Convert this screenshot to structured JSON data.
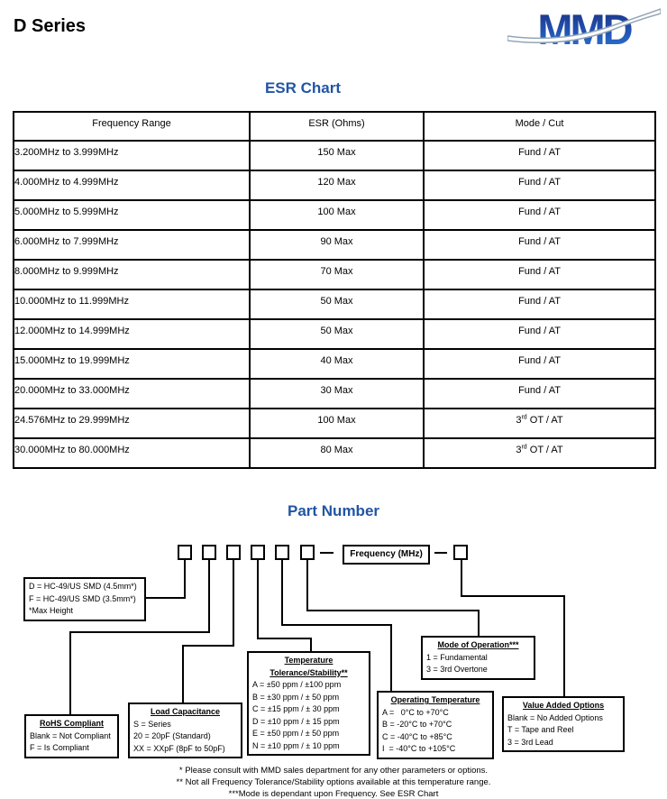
{
  "page": {
    "title": "D Series"
  },
  "logo": {
    "text": "MMD"
  },
  "esr": {
    "heading": "ESR Chart",
    "columns": [
      "Frequency Range",
      "ESR (Ohms)",
      "Mode / Cut"
    ],
    "rows": [
      [
        "3.200MHz to 3.999MHz",
        "150 Max",
        "Fund / AT"
      ],
      [
        "4.000MHz to 4.999MHz",
        "120 Max",
        "Fund / AT"
      ],
      [
        "5.000MHz to 5.999MHz",
        "100 Max",
        "Fund / AT"
      ],
      [
        "6.000MHz to 7.999MHz",
        "90 Max",
        "Fund / AT"
      ],
      [
        "8.000MHz to 9.999MHz",
        "70 Max",
        "Fund / AT"
      ],
      [
        "10.000MHz to 11.999MHz",
        "50 Max",
        "Fund / AT"
      ],
      [
        "12.000MHz to 14.999MHz",
        "50 Max",
        "Fund / AT"
      ],
      [
        "15.000MHz to 19.999MHz",
        "40 Max",
        "Fund / AT"
      ],
      [
        "20.000MHz to 33.000MHz",
        "30 Max",
        "Fund / AT"
      ],
      [
        "24.576MHz to 29.999MHz",
        "100 Max",
        "3rd OT / AT"
      ],
      [
        "30.000MHz to 80.000MHz",
        "80 Max",
        "3rd OT / AT"
      ]
    ]
  },
  "part": {
    "heading": "Part Number",
    "frequency_label": "Frequency (MHz)",
    "boxes": {
      "device": {
        "lines": [
          "D = HC-49/US SMD (4.5mm*)",
          "F = HC-49/US SMD (3.5mm*)",
          "*Max Height"
        ]
      },
      "rohs": {
        "title": "RoHS Compliant",
        "lines": [
          "Blank = Not Compliant",
          "F = Is Compliant"
        ]
      },
      "load": {
        "title": "Load Capacitance",
        "lines": [
          "S = Series",
          "20 = 20pF (Standard)",
          "XX = XXpF (8pF to 50pF)"
        ]
      },
      "temp": {
        "title": "Temperature",
        "title2": "Tolerance/Stability**",
        "lines": [
          "A = ±50 ppm / ±100 ppm",
          "B = ±30 ppm / ± 50 ppm",
          "C = ±15 ppm / ± 30 ppm",
          "D = ±10 ppm / ± 15 ppm",
          "E = ±50 ppm / ± 50 ppm",
          "N = ±10 ppm / ± 10 ppm"
        ]
      },
      "optemp": {
        "title": "Operating Temperature",
        "lines": [
          "A =   0°C to +70°C",
          "B = -20°C to +70°C",
          "C = -40°C to +85°C",
          "I  = -40°C to +105°C"
        ]
      },
      "mode": {
        "title": "Mode of Operation***",
        "lines": [
          "1 = Fundamental",
          "3 = 3rd Overtone"
        ]
      },
      "vao": {
        "title": "Value Added Options",
        "lines": [
          "Blank = No Added Options",
          "T = Tape and Reel",
          "3 = 3rd Lead"
        ]
      }
    },
    "footnotes": [
      "* Please consult with MMD sales department for any other parameters or options.",
      "** Not all Frequency Tolerance/Stability options available at this temperature range.",
      "***Mode is dependant upon Frequency. See ESR Chart"
    ]
  },
  "colors": {
    "heading_blue": "#2155a4",
    "logo_navy": "#1a2e7d",
    "logo_blue": "#2e7ad2"
  }
}
